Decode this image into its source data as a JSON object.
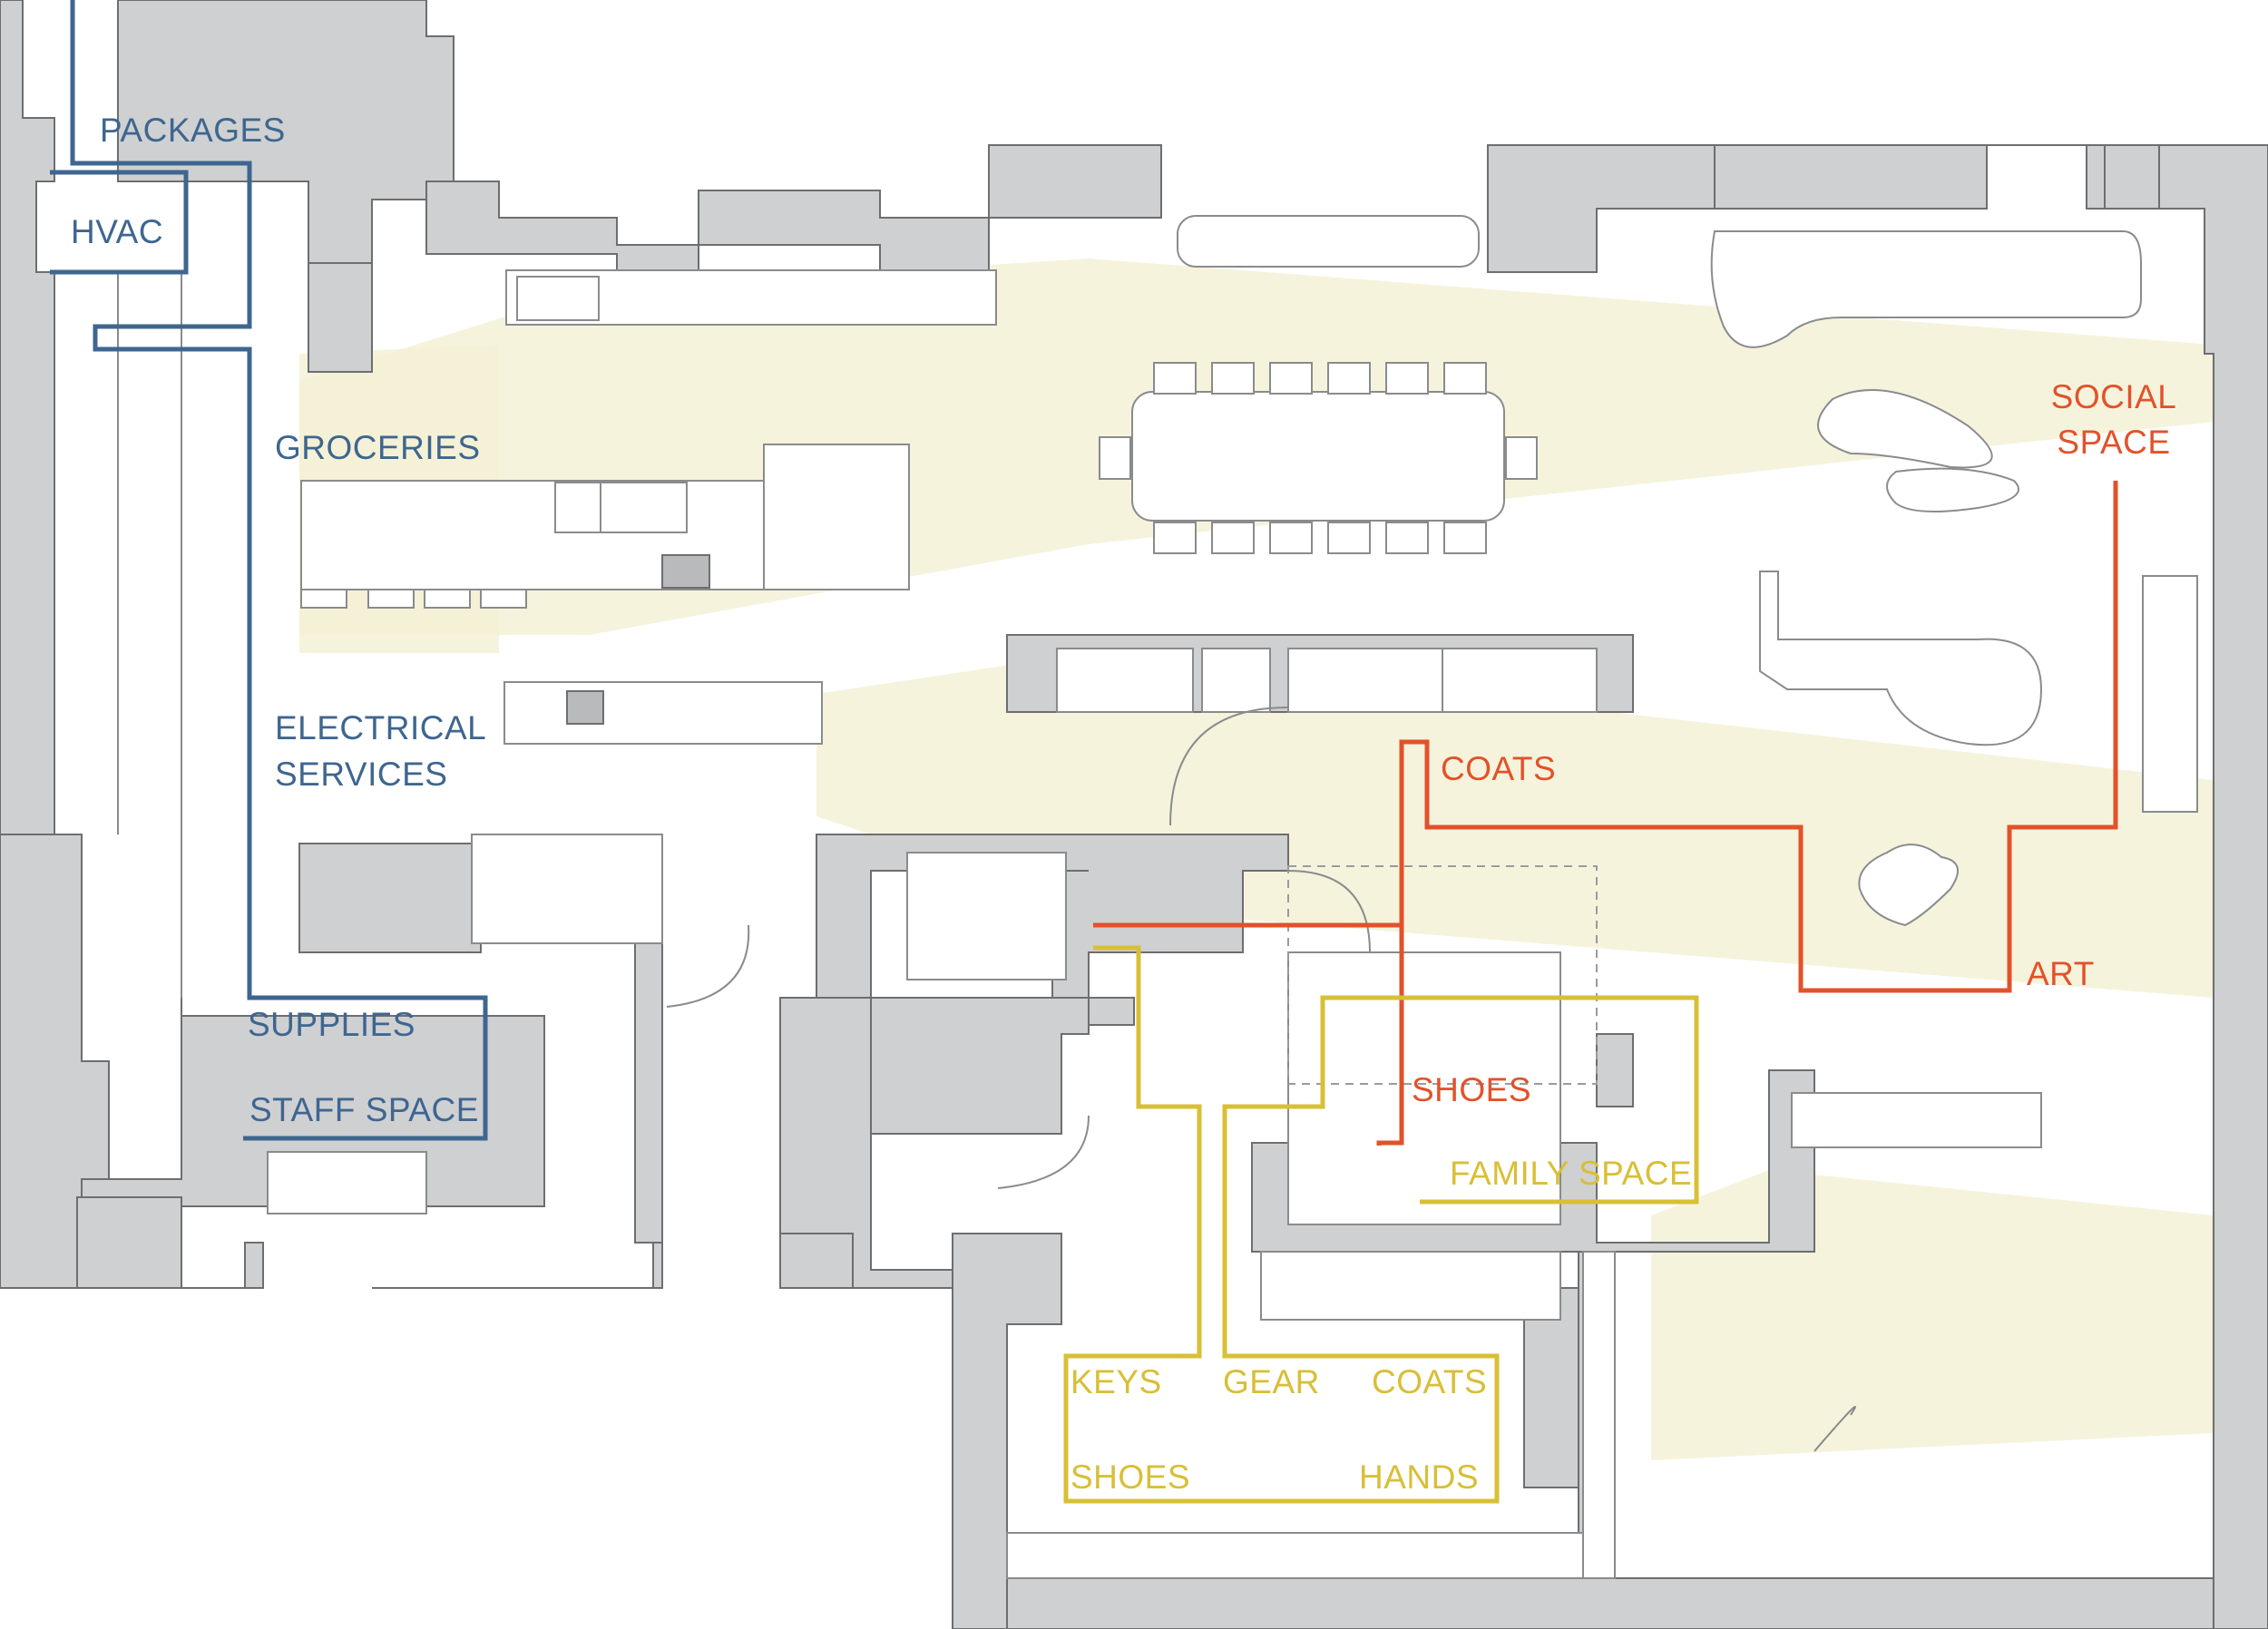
{
  "labels": {
    "packages": "PACKAGES",
    "hvac": "HVAC",
    "groceries": "GROCERIES",
    "electrical_1": "ELECTRICAL",
    "electrical_2": "SERVICES",
    "supplies": "SUPPLIES",
    "staff_space": "STAFF SPACE",
    "social_1": "SOCIAL",
    "social_2": "SPACE",
    "coats_red": "COATS",
    "art": "ART",
    "shoes_red": "SHOES",
    "family_space": "FAMILY SPACE",
    "keys": "KEYS",
    "gear": "GEAR",
    "coats_yellow": "COATS",
    "shoes_yellow": "SHOES",
    "hands": "HANDS"
  },
  "colors": {
    "service_route": "#3e6690",
    "social_route": "#e2522a",
    "family_route": "#d8bf36",
    "daylight": "#f3efd4",
    "wall": "#cfd0d2"
  }
}
